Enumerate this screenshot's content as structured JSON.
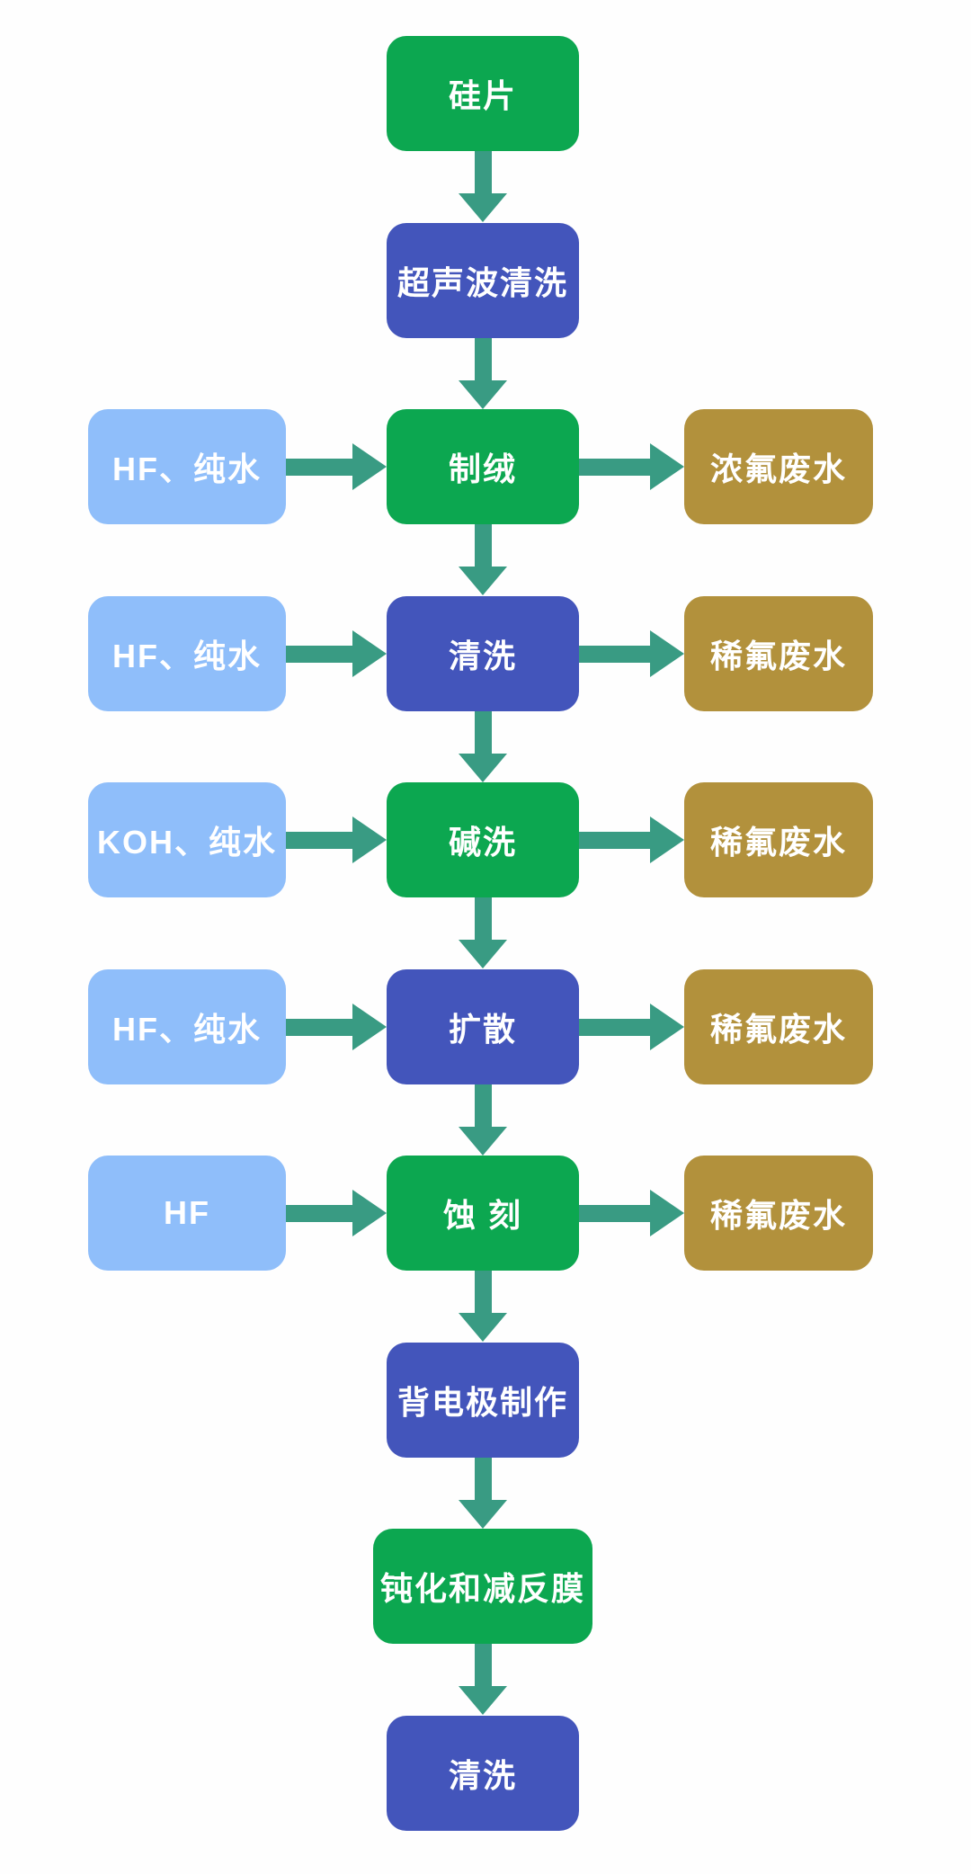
{
  "diagram": {
    "type": "flowchart",
    "description_labels": {
      "process_chain": [
        "硅片",
        "超声波清洗",
        "制绒",
        "清洗",
        "碱洗",
        "扩散",
        "蚀 刻",
        "背电极制作",
        "钝化和减反膜",
        "清洗"
      ]
    },
    "colors": {
      "green": "#0CA750",
      "blue": "#4355BB",
      "light_blue": "#8FBEFA",
      "gold": "#B2913C",
      "arrow": "#399B83",
      "text": "#FFFFFF"
    },
    "rows": [
      {
        "main": {
          "label": "硅片",
          "color": "green"
        }
      },
      {
        "main": {
          "label": "超声波清洗",
          "color": "blue"
        }
      },
      {
        "main": {
          "label": "制绒",
          "color": "green"
        },
        "input": {
          "label": "HF、纯水"
        },
        "output": {
          "label": "浓氟废水"
        }
      },
      {
        "main": {
          "label": "清洗",
          "color": "blue"
        },
        "input": {
          "label": "HF、纯水"
        },
        "output": {
          "label": "稀氟废水"
        }
      },
      {
        "main": {
          "label": "碱洗",
          "color": "green"
        },
        "input": {
          "label": "KOH、纯水"
        },
        "output": {
          "label": "稀氟废水"
        }
      },
      {
        "main": {
          "label": "扩散",
          "color": "blue"
        },
        "input": {
          "label": "HF、纯水"
        },
        "output": {
          "label": "稀氟废水"
        }
      },
      {
        "main": {
          "label": "蚀 刻",
          "color": "green"
        },
        "input": {
          "label": "HF"
        },
        "output": {
          "label": "稀氟废水"
        }
      },
      {
        "main": {
          "label": "背电极制作",
          "color": "blue"
        }
      },
      {
        "main": {
          "label": "钝化和减反膜",
          "color": "green"
        }
      },
      {
        "main": {
          "label": "清洗",
          "color": "blue"
        }
      }
    ]
  }
}
